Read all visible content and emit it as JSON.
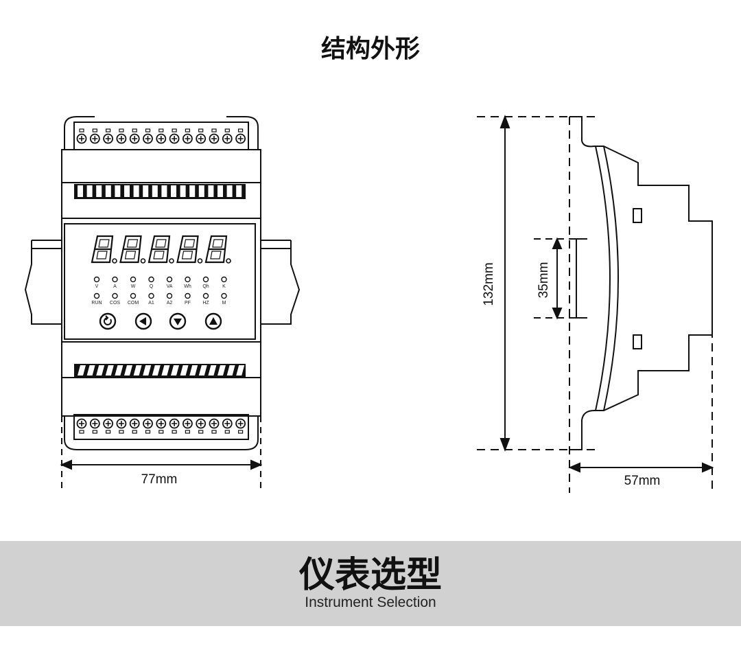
{
  "header": {
    "title": "结构外形"
  },
  "front_view": {
    "display_digits": 5,
    "led_row1": [
      "V",
      "A",
      "W",
      "Q",
      "VA",
      "Wh",
      "Qh",
      "K"
    ],
    "led_row2": [
      "RUN",
      "COS",
      "COM",
      "A1",
      "A2",
      "PF",
      "HZ",
      "M"
    ],
    "buttons": [
      "reset-icon",
      "left-arrow-icon",
      "down-arrow-icon",
      "up-arrow-icon"
    ],
    "width_label": "77mm"
  },
  "side_view": {
    "height_label": "132mm",
    "rail_label": "35mm",
    "depth_label": "57mm"
  },
  "section": {
    "title": "仪表选型",
    "subtitle": "Instrument Selection"
  }
}
